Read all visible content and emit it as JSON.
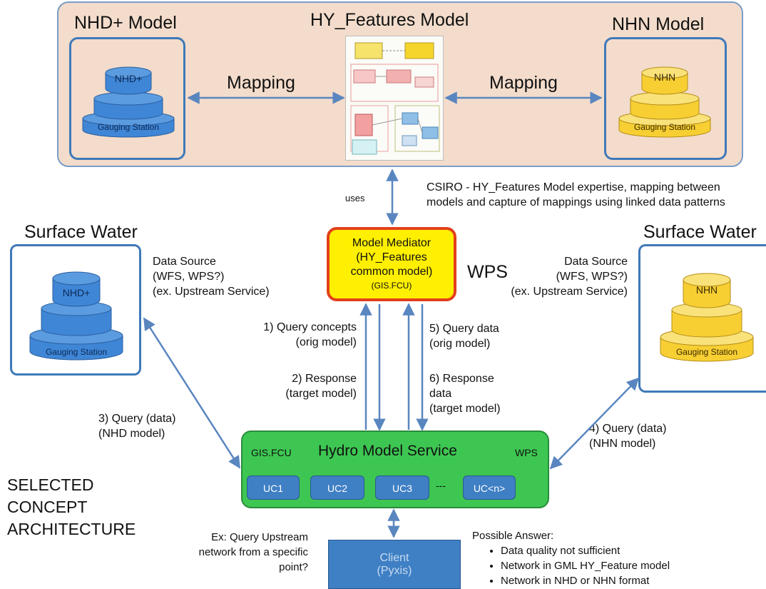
{
  "top": {
    "nhd_title": "NHD+ Model",
    "hy_title": "HY_Features Model",
    "nhn_title": "NHN Model",
    "mapping_left": "Mapping",
    "mapping_right": "Mapping"
  },
  "cylinders": {
    "nhd_top_label": "NHD+",
    "nhd_bottom_label": "Gauging Station",
    "nhn_top_label": "NHN",
    "nhn_bottom_label": "Gauging Station"
  },
  "annotations": {
    "uses": "uses",
    "csiro_line1": "CSIRO - HY_Features Model expertise, mapping between",
    "csiro_line2": "models and capture of mappings using linked data patterns",
    "sw_left_title": "Surface Water",
    "sw_right_title": "Surface Water",
    "ds_left": [
      "Data Source",
      "(WFS, WPS?)",
      "(ex. Upstream Service)"
    ],
    "ds_right": [
      "Data Source",
      "(WFS, WPS?)",
      "(ex. Upstream Service)"
    ],
    "wps_label": "WPS",
    "q1": [
      "1) Query concepts",
      "(orig model)"
    ],
    "r2": [
      "2) Response",
      "(target model)"
    ],
    "q5": [
      "5) Query data",
      "(orig model)"
    ],
    "r6": [
      "6) Response",
      "data",
      "(target model)"
    ],
    "q3": [
      "3) Query (data)",
      "(NHD model)"
    ],
    "q4": [
      "4) Query (data)",
      "(NHN model)"
    ],
    "selected": [
      "SELECTED",
      "CONCEPT",
      "ARCHITECTURE"
    ],
    "ex_query": [
      "Ex: Query Upstream",
      "network from a specific",
      "point?"
    ],
    "possible_answer": "Possible Answer:",
    "answers": [
      "Data quality not sufficient",
      "Network in GML HY_Feature model",
      "Network in NHD or NHN format"
    ]
  },
  "mediator": {
    "lines": [
      "Model Mediator",
      "(HY_Features",
      "common model)"
    ],
    "org": "(GIS.FCU)"
  },
  "hydro": {
    "org": "GIS.FCU",
    "title": "Hydro Model Service",
    "wps": "WPS",
    "uc": [
      "UC1",
      "UC2",
      "UC3",
      "UC<n>"
    ],
    "dots": "---"
  },
  "client": {
    "title": "Client",
    "sub": "(Pyxis)"
  },
  "colors": {
    "arrow": "#5a86c0",
    "blue_cyl": "#3f86d6",
    "yellow_cyl": "#f7cf33",
    "mediator_fill": "#ffef00",
    "mediator_border": "#e2401c",
    "hydro_fill": "#3dc752"
  }
}
